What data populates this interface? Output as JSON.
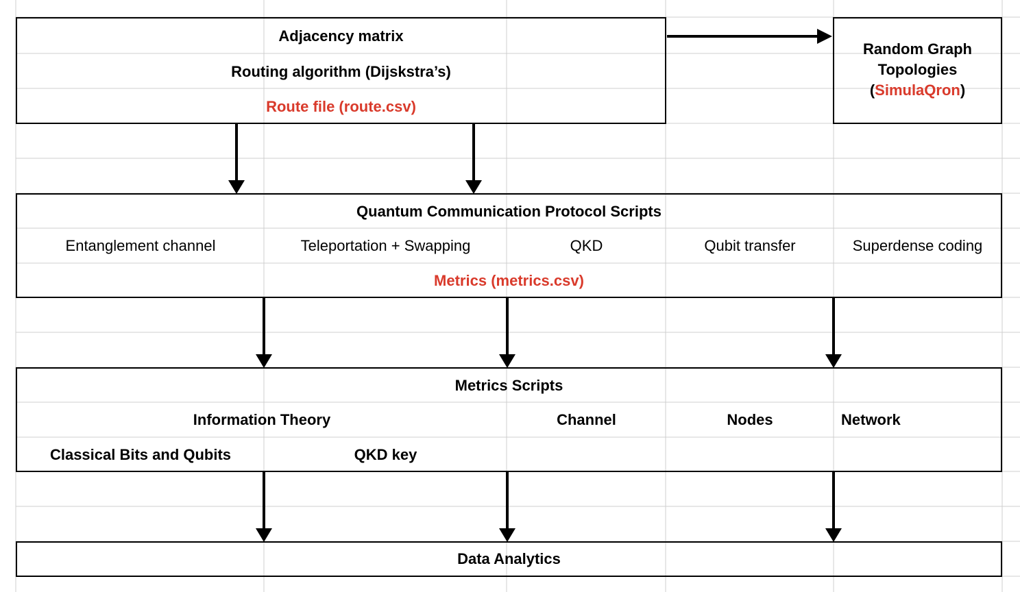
{
  "colors": {
    "grid": "#cfcfcf",
    "line": "#000000",
    "accent": "#d93a2b"
  },
  "top": {
    "adjacency": "Adjacency matrix",
    "routing": "Routing algorithm (Dijskstra’s)",
    "route_file": "Route file (route.csv)"
  },
  "random_graph": {
    "line1": "Random Graph",
    "line2": "Topologies",
    "open_paren": "(",
    "simulator": "SimulaQron",
    "close_paren": ")"
  },
  "protocols": {
    "title": "Quantum Communication Protocol Scripts",
    "items": [
      "Entanglement channel",
      "Teleportation + Swapping",
      "QKD",
      "Qubit transfer",
      "Superdense coding"
    ],
    "metrics_file": "Metrics (metrics.csv)"
  },
  "metrics_scripts": {
    "title": "Metrics Scripts",
    "categories": [
      "Information Theory",
      "Channel",
      "Nodes",
      "Network"
    ],
    "subcategories": [
      "Classical Bits and Qubits",
      "QKD key"
    ]
  },
  "analytics": {
    "title": "Data Analytics"
  }
}
